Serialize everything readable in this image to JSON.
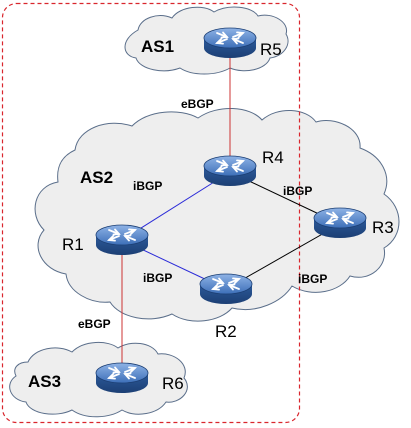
{
  "as_labels": {
    "as1": "AS1",
    "as2": "AS2",
    "as3": "AS3"
  },
  "routers": {
    "r1": "R1",
    "r2": "R2",
    "r3": "R3",
    "r4": "R4",
    "r5": "R5",
    "r6": "R6"
  },
  "links": {
    "r5_r4": "eBGP",
    "r1_r4": "iBGP",
    "r4_r3": "iBGP",
    "r1_r2": "iBGP",
    "r2_r3": "iBGP",
    "r1_r6": "eBGP"
  },
  "colors": {
    "ebgp_link": "#cc3333",
    "ibgp_r1": "#2b2bd8",
    "ibgp_r3": "#000000",
    "boundary": "#d9262d",
    "cloud_fill": "#eeeeee",
    "cloud_stroke": "#5a6e8a",
    "router_body": "#2f63a8"
  },
  "icons": {
    "router": "router-icon",
    "cloud": "cloud-shape"
  }
}
